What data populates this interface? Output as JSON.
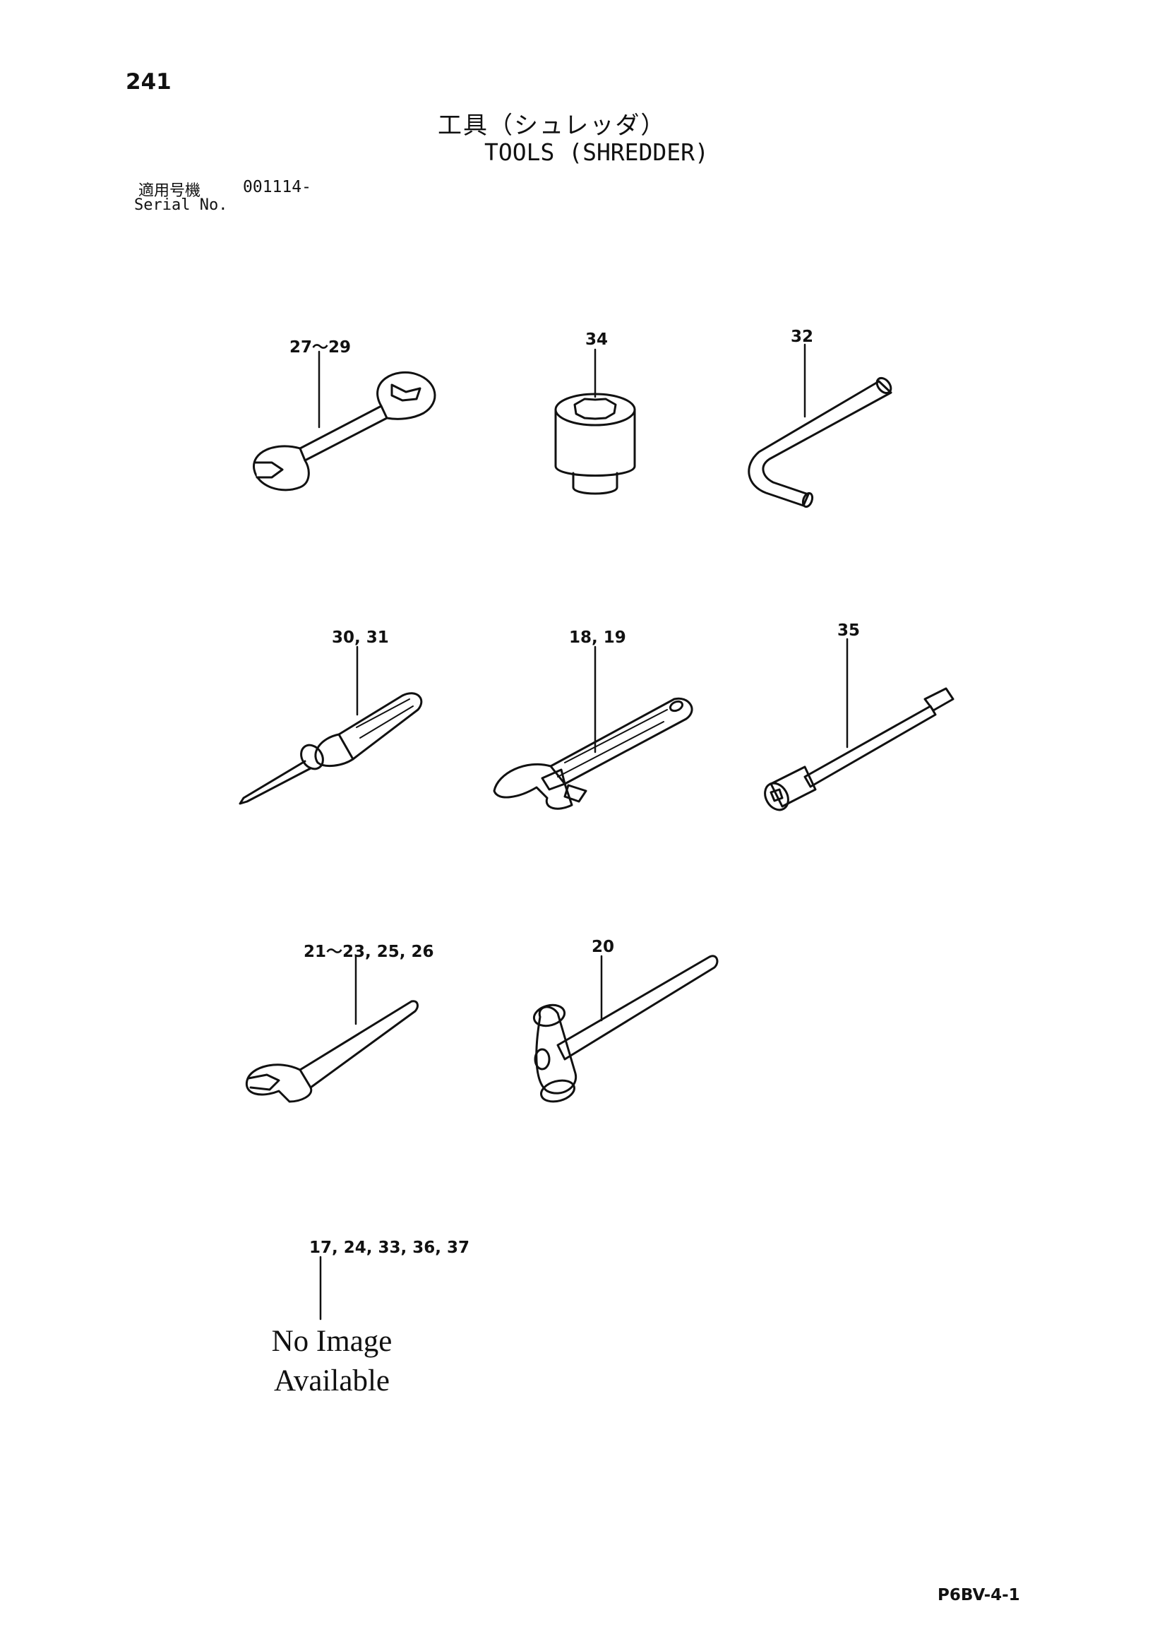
{
  "header": {
    "page_number": "241",
    "title_jp": "工具（シュレッダ）",
    "title_en": "TOOLS (SHREDDER)",
    "serial_label_jp": "適用号機",
    "serial_number": "001114-",
    "serial_label_en": "Serial No."
  },
  "callouts": {
    "open_wrench": "27～29",
    "socket": "34",
    "hex_key": "32",
    "screwdriver": "30, 31",
    "adjustable_wrench": "18, 19",
    "extension_bar": "35",
    "spanner": "21～23, 25, 26",
    "hammer": "20",
    "no_image_parts": "17, 24, 33, 36, 37"
  },
  "no_image": {
    "line1": "No Image",
    "line2": "Available"
  },
  "footer": {
    "code": "P6BV-4-1"
  }
}
